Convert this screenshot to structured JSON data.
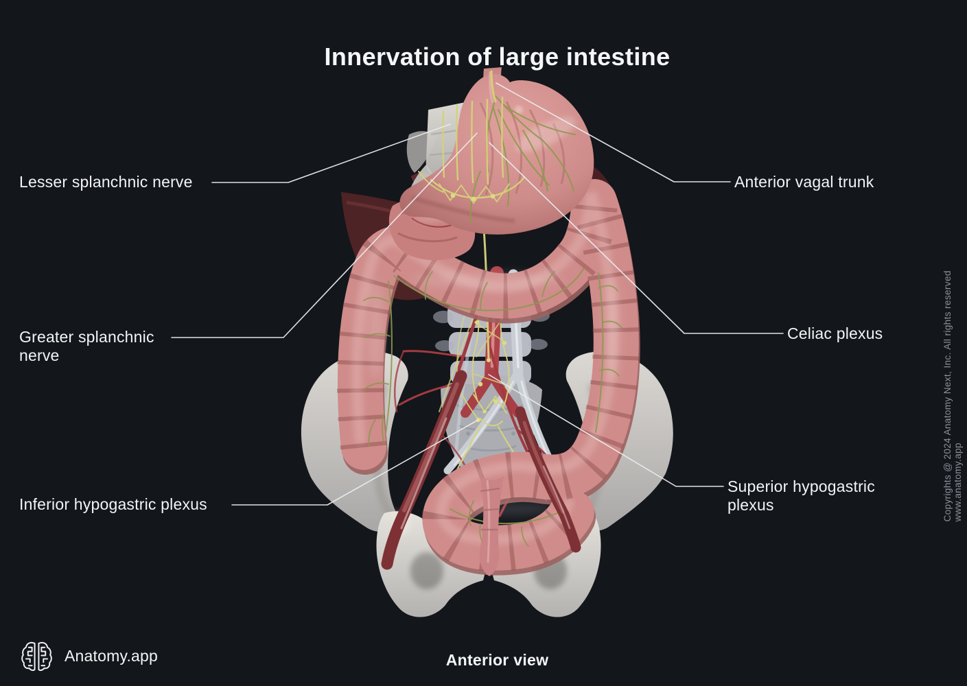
{
  "title": "Innervation of large intestine",
  "view_label": "Anterior view",
  "brand": {
    "name": "Anatomy.app",
    "icon": "brain-icon"
  },
  "copyright_notice": "Copyrights @ 2024 Anatomy Next, Inc. All rights reserved www.anatomy.app",
  "annotations": [
    {
      "text": "Lesser splanchnic nerve",
      "side": "left"
    },
    {
      "text": "Greater splanchnic nerve",
      "side": "left"
    },
    {
      "text": "Inferior hypogastric plexus",
      "side": "left"
    },
    {
      "text": "Anterior vagal trunk",
      "side": "right"
    },
    {
      "text": "Celiac plexus",
      "side": "right"
    },
    {
      "text": "Superior hypogastric plexus",
      "side": "right"
    }
  ],
  "colors": {
    "background": "#13161b",
    "label_text": "#f3f4f6",
    "leader_line": "#e9ebee",
    "muted_text": "#8d9199"
  }
}
